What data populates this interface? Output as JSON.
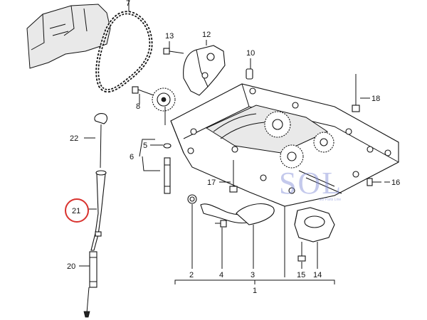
{
  "callouts": [
    {
      "id": "c1",
      "text": "1"
    },
    {
      "id": "c2",
      "text": "2"
    },
    {
      "id": "c3",
      "text": "3"
    },
    {
      "id": "c4",
      "text": "4"
    },
    {
      "id": "c5",
      "text": "5"
    },
    {
      "id": "c6",
      "text": "6"
    },
    {
      "id": "c7",
      "text": "7"
    },
    {
      "id": "c8",
      "text": "8"
    },
    {
      "id": "c10",
      "text": "10"
    },
    {
      "id": "c12",
      "text": "12"
    },
    {
      "id": "c13",
      "text": "13"
    },
    {
      "id": "c14",
      "text": "14"
    },
    {
      "id": "c15",
      "text": "15"
    },
    {
      "id": "c16",
      "text": "16"
    },
    {
      "id": "c17",
      "text": "17"
    },
    {
      "id": "c18",
      "text": "18"
    },
    {
      "id": "c20",
      "text": "20"
    },
    {
      "id": "c21",
      "text": "21"
    },
    {
      "id": "c22",
      "text": "22"
    }
  ],
  "highlight": {
    "part": "21",
    "color": "#d9322e"
  },
  "watermark": {
    "text": "SOL",
    "subtext": "Sol Parts Line",
    "color": "#7d8ad6"
  }
}
